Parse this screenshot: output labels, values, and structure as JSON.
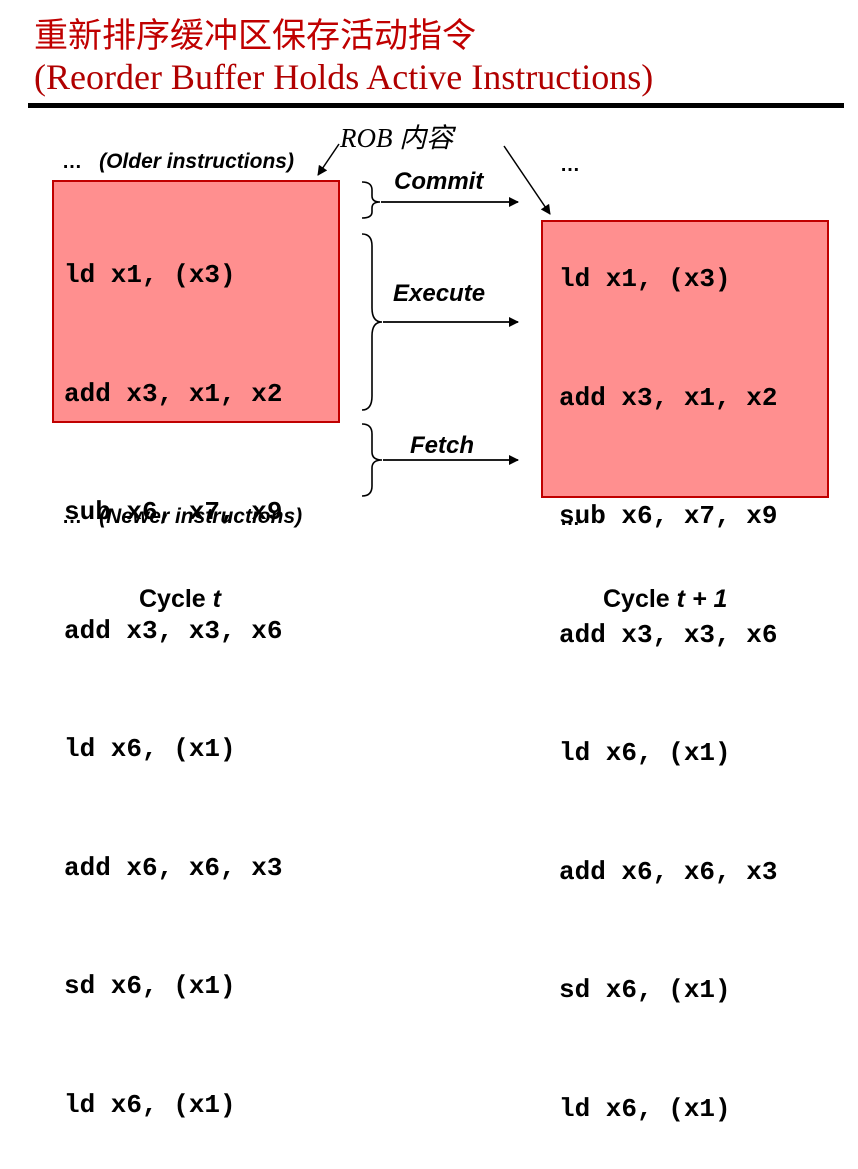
{
  "title": {
    "chinese": "重新排序缓冲区保存活动指令",
    "english": "(Reorder Buffer Holds Active Instructions)"
  },
  "rob_label": "ROB 内容",
  "left": {
    "older_label": "(Older instructions)",
    "newer_label": "(Newer instructions)",
    "ellipsis": "…",
    "instructions": [
      "ld x1, (x3)",
      "add x3, x1, x2",
      "sub x6, x7, x9",
      "add x3, x3, x6",
      "ld x6, (x1)",
      "add x6, x6, x3",
      "sd x6, (x1)",
      "ld x6, (x1)"
    ],
    "cycle_label": "Cycle",
    "cycle_var": "t"
  },
  "right": {
    "ellipsis_top": "…",
    "ellipsis_bottom": "…",
    "instructions": [
      "ld x1, (x3)",
      "add x3, x1, x2",
      "sub x6, x7, x9",
      "add x3, x3, x6",
      "ld x6, (x1)",
      "add x6, x6, x3",
      "sd x6, (x1)",
      "ld x6, (x1)"
    ],
    "cycle_label": "Cycle",
    "cycle_var": "t + 1"
  },
  "stages": {
    "commit": "Commit",
    "execute": "Execute",
    "fetch": "Fetch"
  },
  "colors": {
    "rob_fill": "#ff8f8f",
    "rob_border": "#c00000",
    "title_red": "#c00000"
  }
}
